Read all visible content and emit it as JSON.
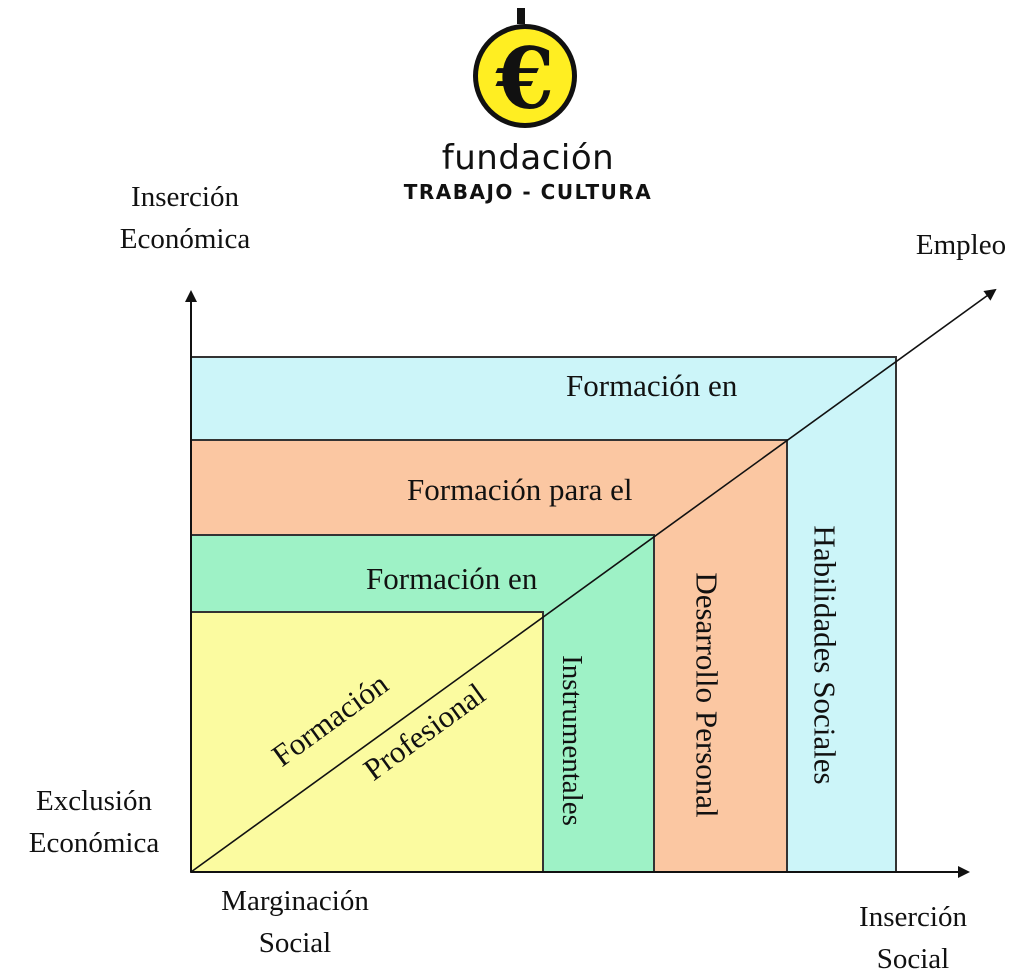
{
  "logo": {
    "letter": "€",
    "name_line1": "fundación",
    "name_line2": "TRABAJO - CULTURA",
    "colors": {
      "disc": "#ffee22",
      "ring": "#111111"
    }
  },
  "axes": {
    "y_top_line1": "Inserción",
    "y_top_line2": "Económica",
    "diagonal_end": "Empleo",
    "origin_left_line1": "Exclusión",
    "origin_left_line2": "Económica",
    "origin_bottom_line1": "Marginación",
    "origin_bottom_line2": "Social",
    "x_end_line1": "Inserción",
    "x_end_line2": "Social"
  },
  "bands": {
    "outer": {
      "horizontal": "Formación en",
      "vertical": "Habilidades Sociales",
      "color": "#ccf5f9"
    },
    "third": {
      "horizontal": "Formación para el",
      "vertical": "Desarrollo Personal",
      "color": "#fbc7a2"
    },
    "second": {
      "horizontal": "Formación en",
      "vertical": "Instrumentales",
      "color": "#9ef2c6"
    },
    "inner": {
      "diagonal_upper": "Formación",
      "diagonal_lower": "Profesional",
      "color": "#fbfba0"
    }
  }
}
